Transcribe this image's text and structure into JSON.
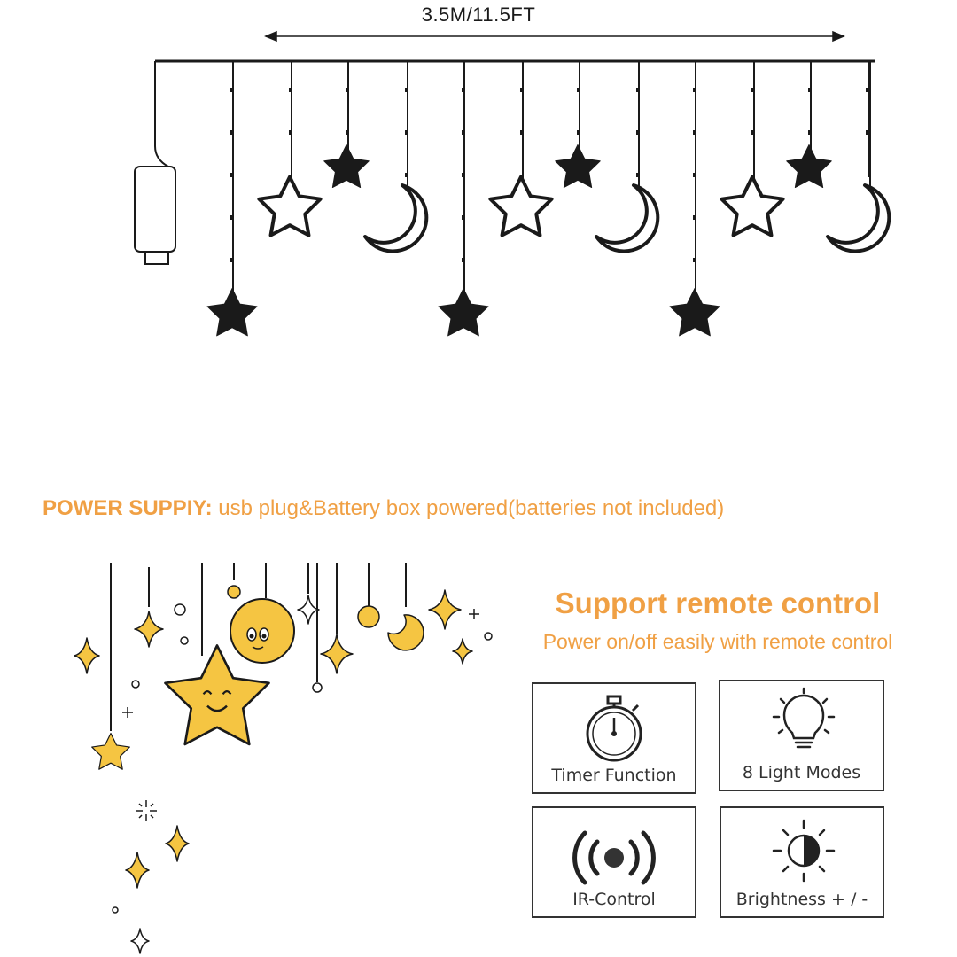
{
  "dimension_label": "3.5M/11.5FT",
  "power_supply": {
    "label": "POWER SUPPIY:",
    "text": " usb plug&Battery box powered(batteries not included)"
  },
  "remote": {
    "title": "Support remote control",
    "subtitle": "Power on/off easily with remote control"
  },
  "features": [
    {
      "label": "Timer Function",
      "icon": "stopwatch-icon"
    },
    {
      "label": "8 Light Modes",
      "icon": "light-bulb-icon"
    },
    {
      "label": "IR-Control",
      "icon": "ir-signal-icon"
    },
    {
      "label": "Brightness  + / -",
      "icon": "brightness-icon"
    }
  ],
  "colors": {
    "accent": "#f0a044",
    "star_fill": "#f5c542",
    "line": "#1a1a1a"
  }
}
